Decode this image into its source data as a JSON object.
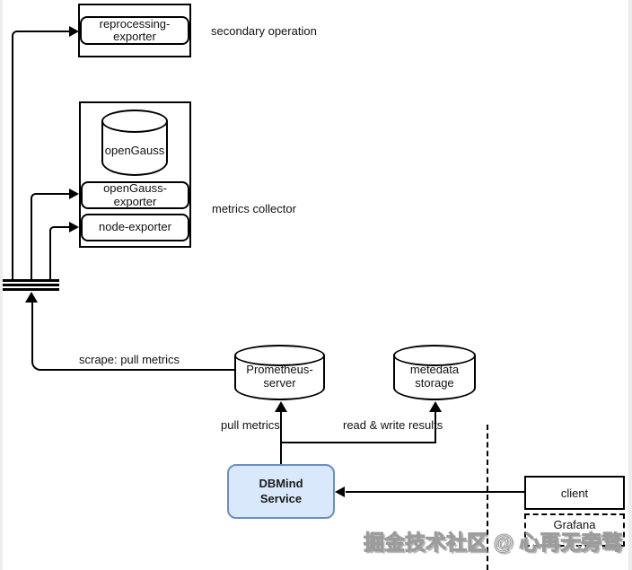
{
  "diagram": {
    "reprocessing_exporter": {
      "label": "reprocessing-\nexporter"
    },
    "secondary_operation": {
      "label": "secondary operation"
    },
    "metrics_collector": {
      "label": "metrics collector",
      "opengauss_db": {
        "label": "openGauss"
      },
      "opengauss_exporter": {
        "label": "openGauss-\nexporter"
      },
      "node_exporter": {
        "label": "node-exporter"
      }
    },
    "prometheus_server": {
      "label": "Prometheus-\nserver"
    },
    "metedata_storage": {
      "label": "metedata\nstorage"
    },
    "dbmind_service": {
      "label": "DBMind\nService"
    },
    "client": {
      "label": "client"
    },
    "grafana": {
      "label": "Grafana"
    },
    "edges": {
      "scrape": {
        "label": "scrape: pull metrics"
      },
      "pull_metrics": {
        "label": "pull metrics"
      },
      "read_write": {
        "label": "read & write results"
      }
    },
    "colors": {
      "line": "#000000",
      "node_fill": "#ffffff",
      "dbmind_fill": "#dae8fc",
      "dbmind_border": "#6c8ebf"
    }
  },
  "watermark": {
    "text": "掘金技术社区 @ 心再无旁骛"
  }
}
